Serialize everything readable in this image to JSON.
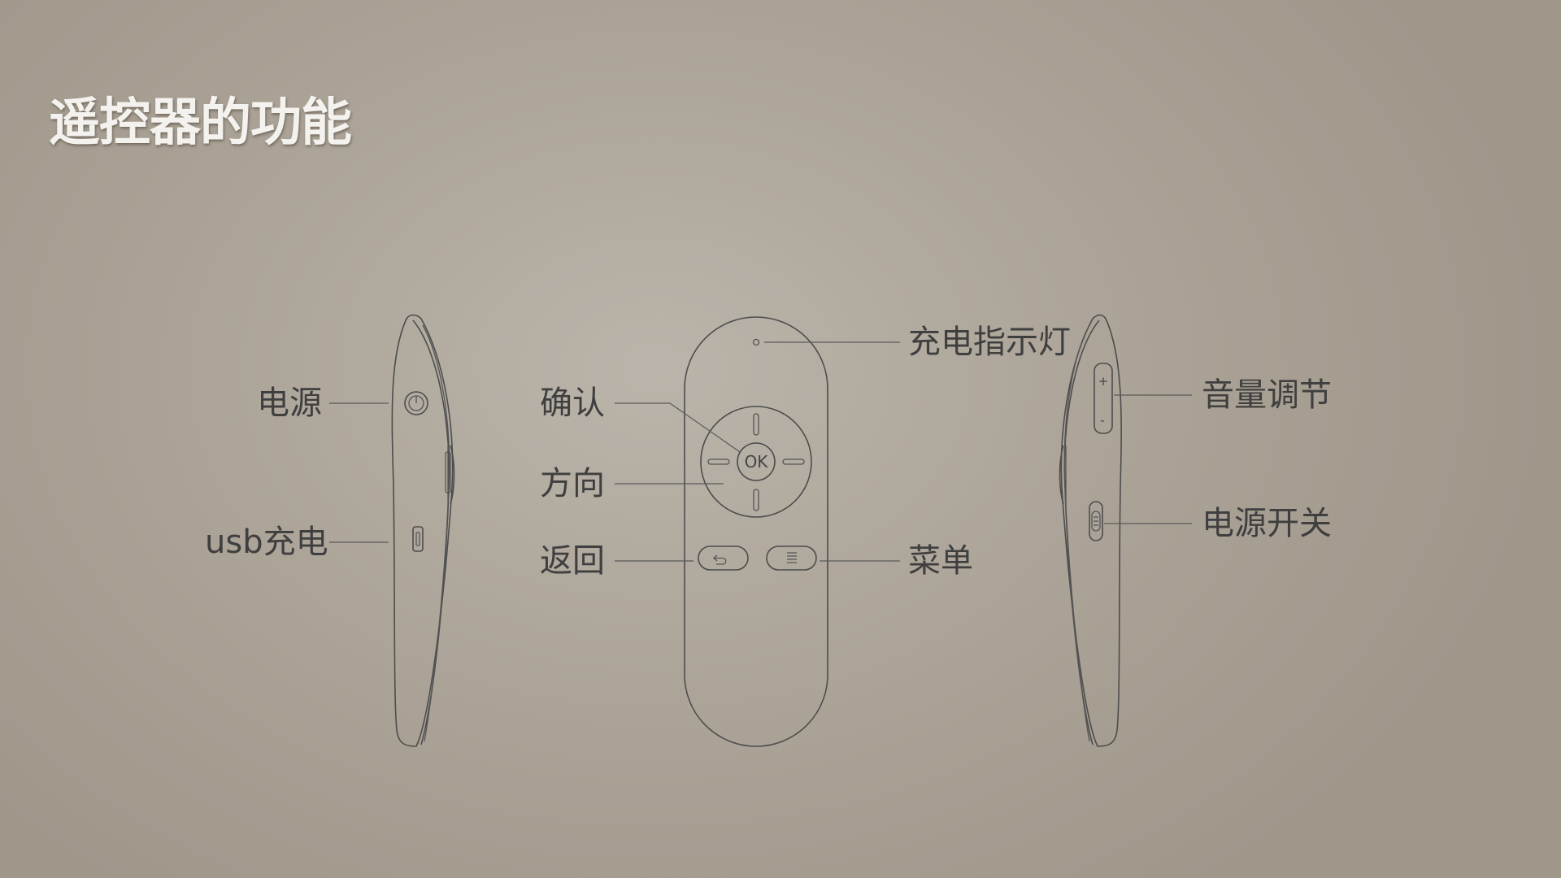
{
  "slide": {
    "title": "遥控器的功能"
  },
  "labels": {
    "power": "电源",
    "usb_charge": "usb充电",
    "confirm": "确认",
    "direction": "方向",
    "back": "返回",
    "charge_indicator": "充电指示灯",
    "menu": "菜单",
    "volume": "音量调节",
    "power_switch": "电源开关"
  },
  "remote": {
    "ok_key": "OK",
    "volume_up_glyph": "+",
    "volume_down_glyph": "-"
  },
  "colors": {
    "background": "#aca498",
    "title": "#f4f2ee",
    "label": "#3f3f3f",
    "line": "#4d4d4d"
  }
}
